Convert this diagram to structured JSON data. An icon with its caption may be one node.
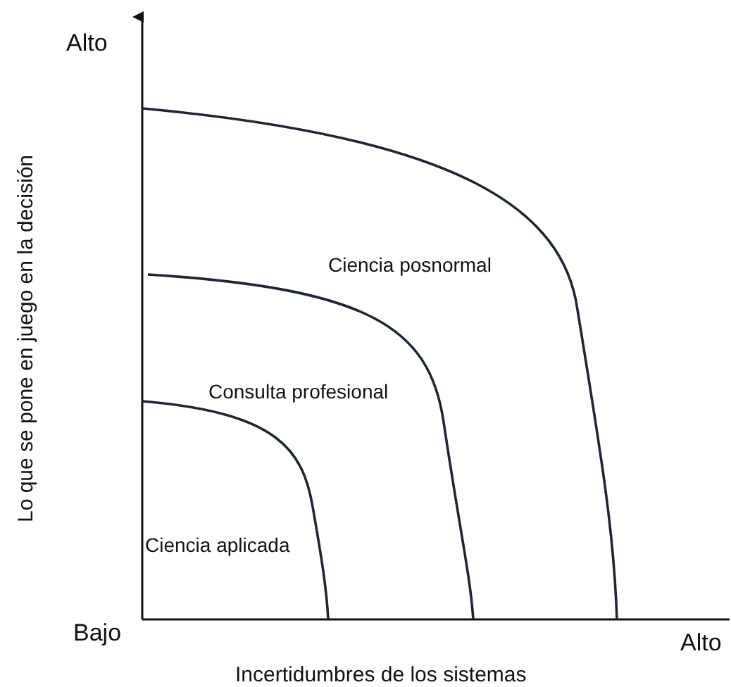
{
  "diagram": {
    "labels": [
      "Alto",
      "Lo que se pone en juego en la decisión",
      "Ciencia posnormal",
      "Consulta profesional",
      "Ciencia aplicada",
      "Bajo",
      "Alto",
      "Incertidumbres de los sistemas"
    ]
  }
}
